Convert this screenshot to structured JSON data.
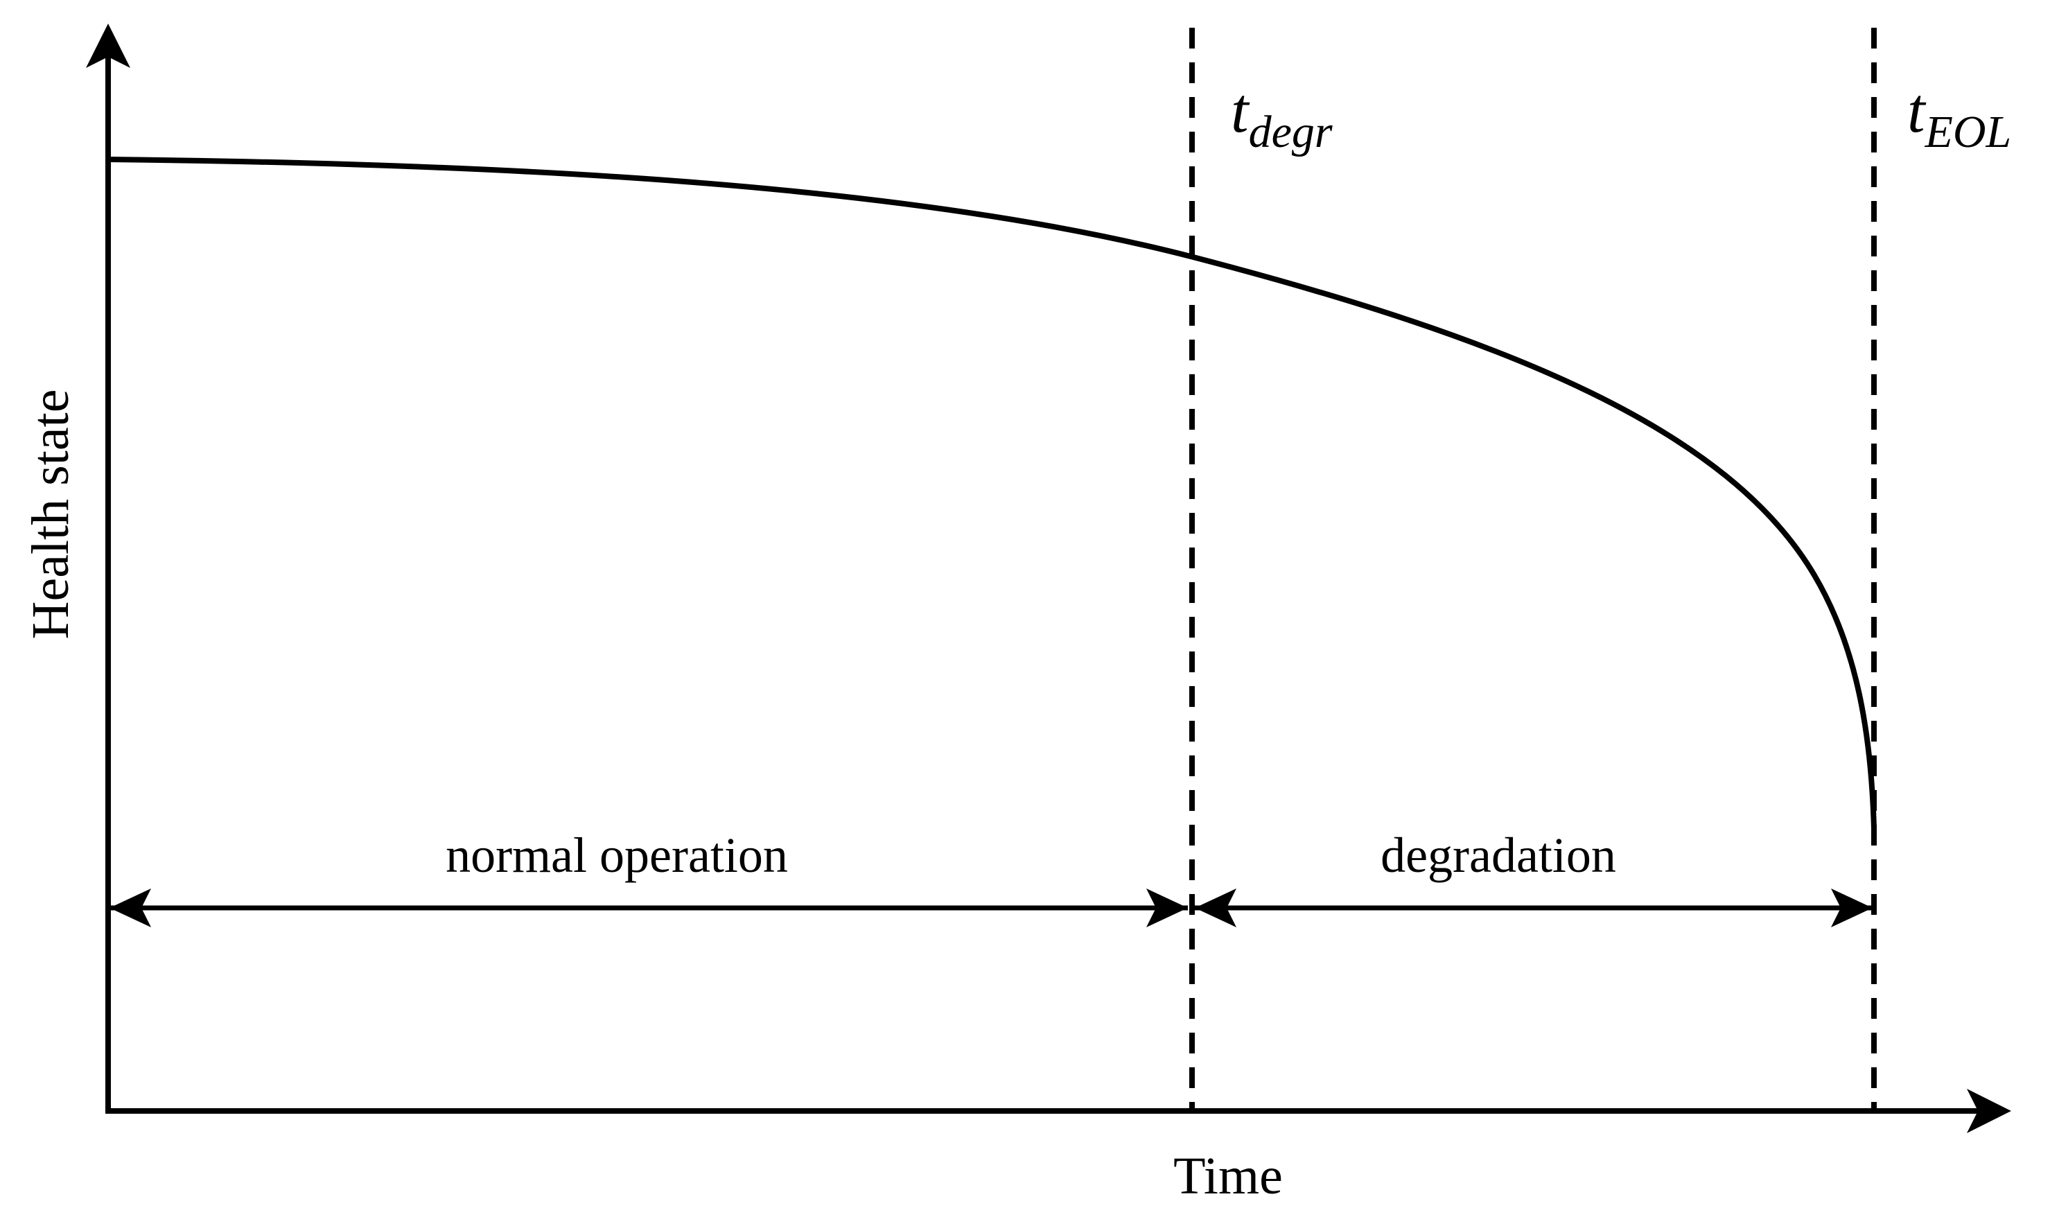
{
  "diagram": {
    "x_axis_label": "Time",
    "y_axis_label": "Health state",
    "phases": {
      "normal": "normal operation",
      "degradation": "degradation"
    },
    "markers": {
      "degr": {
        "base": "t",
        "subscript": "degr"
      },
      "eol": {
        "base": "t",
        "subscript": "EOL"
      }
    },
    "colors": {
      "ink": "#000000",
      "background": "#ffffff"
    }
  }
}
